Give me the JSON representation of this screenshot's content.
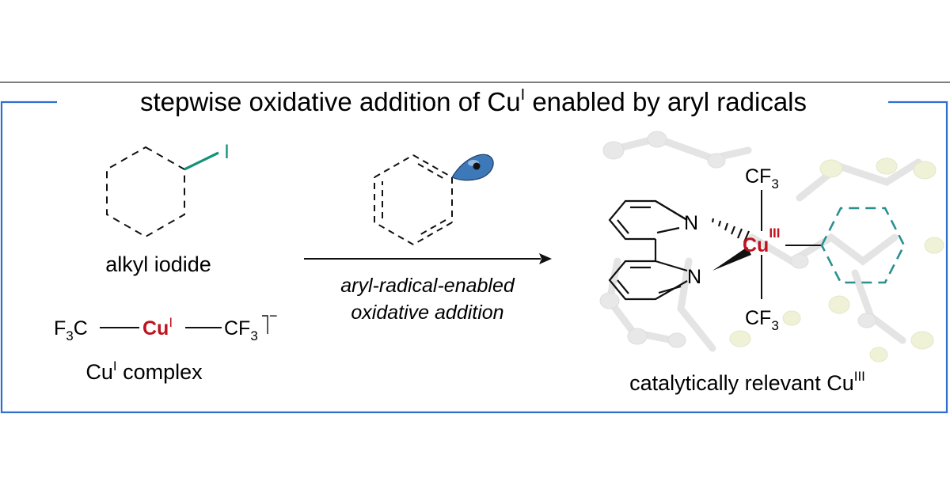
{
  "title": {
    "prefix": "stepwise oxidative addition of Cu",
    "superscript": "I",
    "suffix": " enabled by aryl radicals"
  },
  "labels": {
    "alkyl_iodide": "alkyl iodide",
    "iodine": "I",
    "cu_complex_prefix": "Cu",
    "cu_complex_superscript": "I",
    "cu_complex_suffix": " complex",
    "arrow_line1": "aryl-radical-enabled",
    "arrow_line2": "oxidative addition",
    "product_prefix": "catalytically relevant Cu",
    "product_superscript": "III"
  },
  "cu1_complex": {
    "left_group": "F",
    "left_sub": "3",
    "left_tail": "C",
    "metal": "Cu",
    "metal_ox": "I",
    "right_group": "CF",
    "right_sub": "3",
    "charge": "−"
  },
  "cu3_complex": {
    "axial_top": "CF",
    "axial_top_sub": "3",
    "axial_bottom": "CF",
    "axial_bottom_sub": "3",
    "metal": "Cu",
    "metal_ox": "III",
    "n_top": "N",
    "n_bottom": "N"
  },
  "colors": {
    "frame_blue": "#2f6fd0",
    "iodine_green": "#14937a",
    "copper_red": "#c0121f",
    "teal_ring": "#2a8f8f",
    "radical_blue": "#3d78b8",
    "ghost_gray": "#c9c9c9",
    "ghost_yellow": "#dfe7b0"
  }
}
